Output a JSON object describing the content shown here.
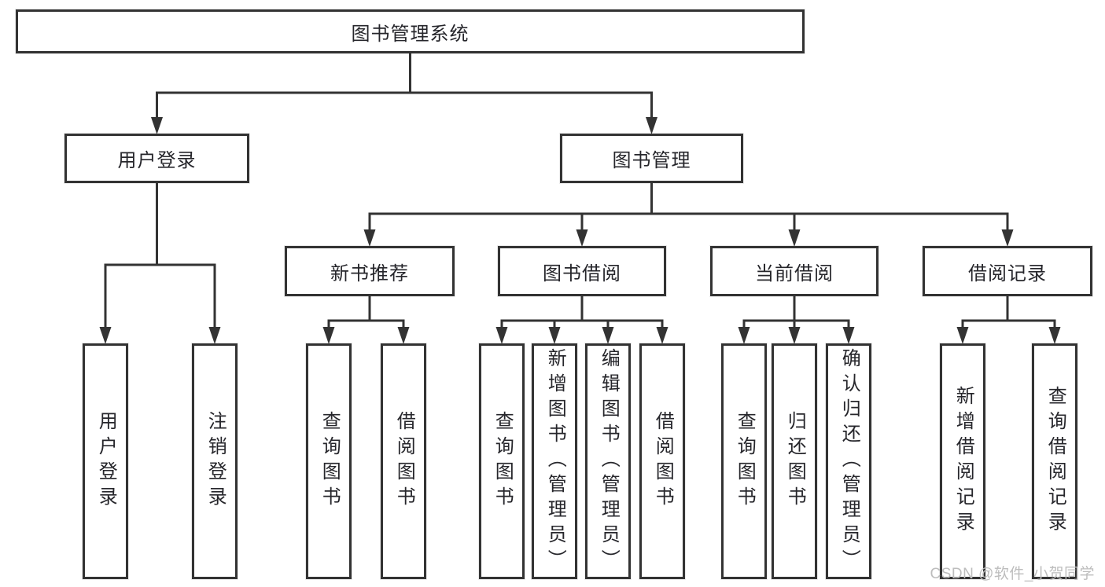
{
  "diagram": {
    "title": "图书管理系统",
    "nodes": [
      {
        "id": "root",
        "label": "图书管理系统"
      },
      {
        "id": "user-login",
        "label": "用户登录"
      },
      {
        "id": "book-mgmt",
        "label": "图书管理"
      },
      {
        "id": "new-book-rec",
        "label": "新书推荐"
      },
      {
        "id": "book-borrow",
        "label": "图书借阅"
      },
      {
        "id": "current-borrow",
        "label": "当前借阅"
      },
      {
        "id": "borrow-records",
        "label": "借阅记录"
      },
      {
        "id": "leaf-user-login",
        "label": "用户登录"
      },
      {
        "id": "leaf-logout",
        "label": "注销登录"
      },
      {
        "id": "leaf-query-book-1",
        "label": "查询图书"
      },
      {
        "id": "leaf-borrow-book-1",
        "label": "借阅图书"
      },
      {
        "id": "leaf-query-book-2",
        "label": "查询图书"
      },
      {
        "id": "leaf-add-book",
        "label": "新增图书（管理员）"
      },
      {
        "id": "leaf-edit-book",
        "label": "编辑图书（管理员）"
      },
      {
        "id": "leaf-borrow-book-2",
        "label": "借阅图书"
      },
      {
        "id": "leaf-query-book-3",
        "label": "查询图书"
      },
      {
        "id": "leaf-return-book",
        "label": "归还图书"
      },
      {
        "id": "leaf-confirm-return",
        "label": "确认归还（管理员）"
      },
      {
        "id": "leaf-add-borrow-record",
        "label": "新增借阅记录"
      },
      {
        "id": "leaf-query-borrow-record",
        "label": "查询借阅记录"
      }
    ],
    "edges": [
      {
        "from": "root",
        "to": [
          "user-login",
          "book-mgmt"
        ]
      },
      {
        "from": "user-login",
        "to": [
          "leaf-user-login",
          "leaf-logout"
        ]
      },
      {
        "from": "book-mgmt",
        "to": [
          "new-book-rec",
          "book-borrow",
          "current-borrow",
          "borrow-records"
        ]
      },
      {
        "from": "new-book-rec",
        "to": [
          "leaf-query-book-1",
          "leaf-borrow-book-1"
        ]
      },
      {
        "from": "book-borrow",
        "to": [
          "leaf-query-book-2",
          "leaf-add-book",
          "leaf-edit-book",
          "leaf-borrow-book-2"
        ]
      },
      {
        "from": "current-borrow",
        "to": [
          "leaf-query-book-3",
          "leaf-return-book",
          "leaf-confirm-return"
        ]
      },
      {
        "from": "borrow-records",
        "to": [
          "leaf-add-borrow-record",
          "leaf-query-borrow-record"
        ]
      }
    ],
    "colors": {
      "line": "#333333",
      "box_border": "#333333",
      "box_fill": "#ffffff",
      "text": "#26262b",
      "watermark": "#bdbdbd",
      "background": "#ffffff"
    }
  },
  "watermark": {
    "text": "CSDN @软件_小贺同学"
  }
}
